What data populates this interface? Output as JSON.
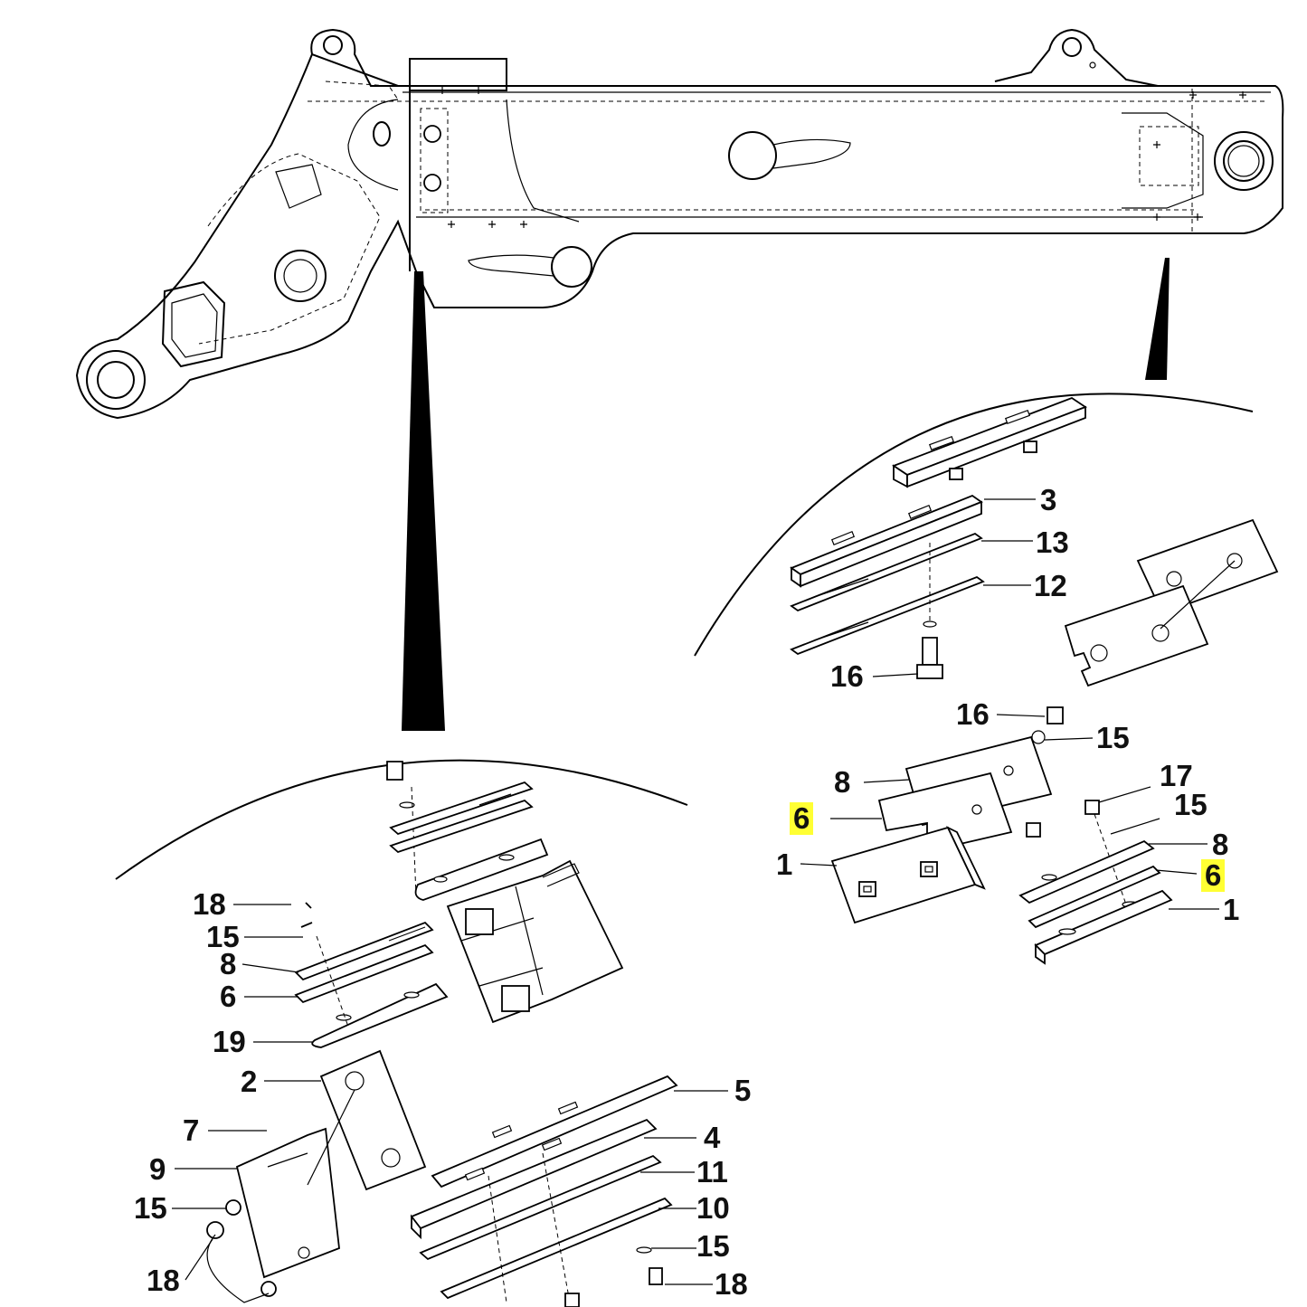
{
  "diagram": {
    "highlight_color": "#ffff33",
    "callouts": [
      {
        "id": "c3",
        "label": "3"
      },
      {
        "id": "c13",
        "label": "13"
      },
      {
        "id": "c12",
        "label": "12"
      },
      {
        "id": "c16a",
        "label": "16"
      },
      {
        "id": "c16b",
        "label": "16"
      },
      {
        "id": "c15a",
        "label": "15"
      },
      {
        "id": "c8a",
        "label": "8"
      },
      {
        "id": "c6a",
        "label": "6"
      },
      {
        "id": "c1a",
        "label": "1"
      },
      {
        "id": "c17",
        "label": "17"
      },
      {
        "id": "c15b",
        "label": "15"
      },
      {
        "id": "c8b",
        "label": "8"
      },
      {
        "id": "c6b",
        "label": "6"
      },
      {
        "id": "c1b",
        "label": "1"
      },
      {
        "id": "c18a",
        "label": "18"
      },
      {
        "id": "c15c",
        "label": "15"
      },
      {
        "id": "c8c",
        "label": "8"
      },
      {
        "id": "c6c",
        "label": "6"
      },
      {
        "id": "c19",
        "label": "19"
      },
      {
        "id": "c2",
        "label": "2"
      },
      {
        "id": "c7",
        "label": "7"
      },
      {
        "id": "c9",
        "label": "9"
      },
      {
        "id": "c15d",
        "label": "15"
      },
      {
        "id": "c18b",
        "label": "18"
      },
      {
        "id": "c5",
        "label": "5"
      },
      {
        "id": "c4",
        "label": "4"
      },
      {
        "id": "c11",
        "label": "11"
      },
      {
        "id": "c10",
        "label": "10"
      },
      {
        "id": "c15e",
        "label": "15"
      },
      {
        "id": "c18c",
        "label": "18"
      }
    ]
  }
}
